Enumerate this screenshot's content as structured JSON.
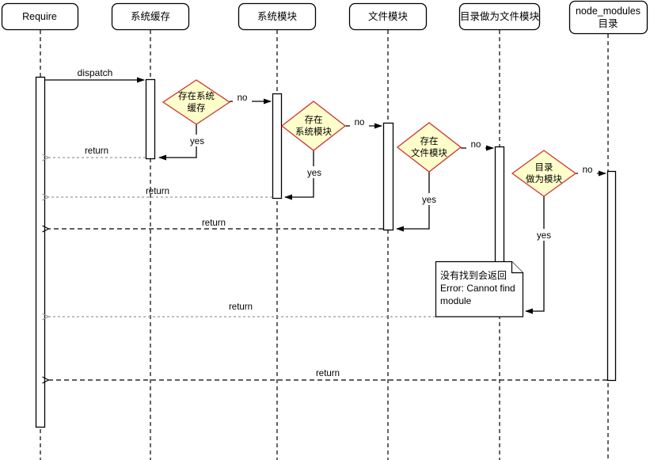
{
  "diagram": {
    "actors": [
      {
        "label": "Require"
      },
      {
        "label": "系统缓存"
      },
      {
        "label": "系统模块"
      },
      {
        "label": "文件模块"
      },
      {
        "label": "目录做为文件模块"
      },
      {
        "label": "node_modules",
        "label2": "目录"
      }
    ],
    "decisions": [
      {
        "line1": "存在系统",
        "line2": "缓存"
      },
      {
        "line1": "存在",
        "line2": "系统模块"
      },
      {
        "line1": "存在",
        "line2": "文件模块"
      },
      {
        "line1": "目录",
        "line2": "做为模块"
      }
    ],
    "labels": {
      "dispatch": "dispatch",
      "yes": "yes",
      "no": "no",
      "return": "return"
    },
    "note": {
      "line1": "没有找到会返回",
      "line2": "Error: Cannot find",
      "line3": "module"
    },
    "colors": {
      "background": "#ffffff",
      "shape_stroke": "#000000",
      "decision_fill": "#ffffcc",
      "decision_stroke": "#cc3333",
      "return_dashed_gray": "#999999",
      "return_dashed_black": "#000000"
    }
  }
}
